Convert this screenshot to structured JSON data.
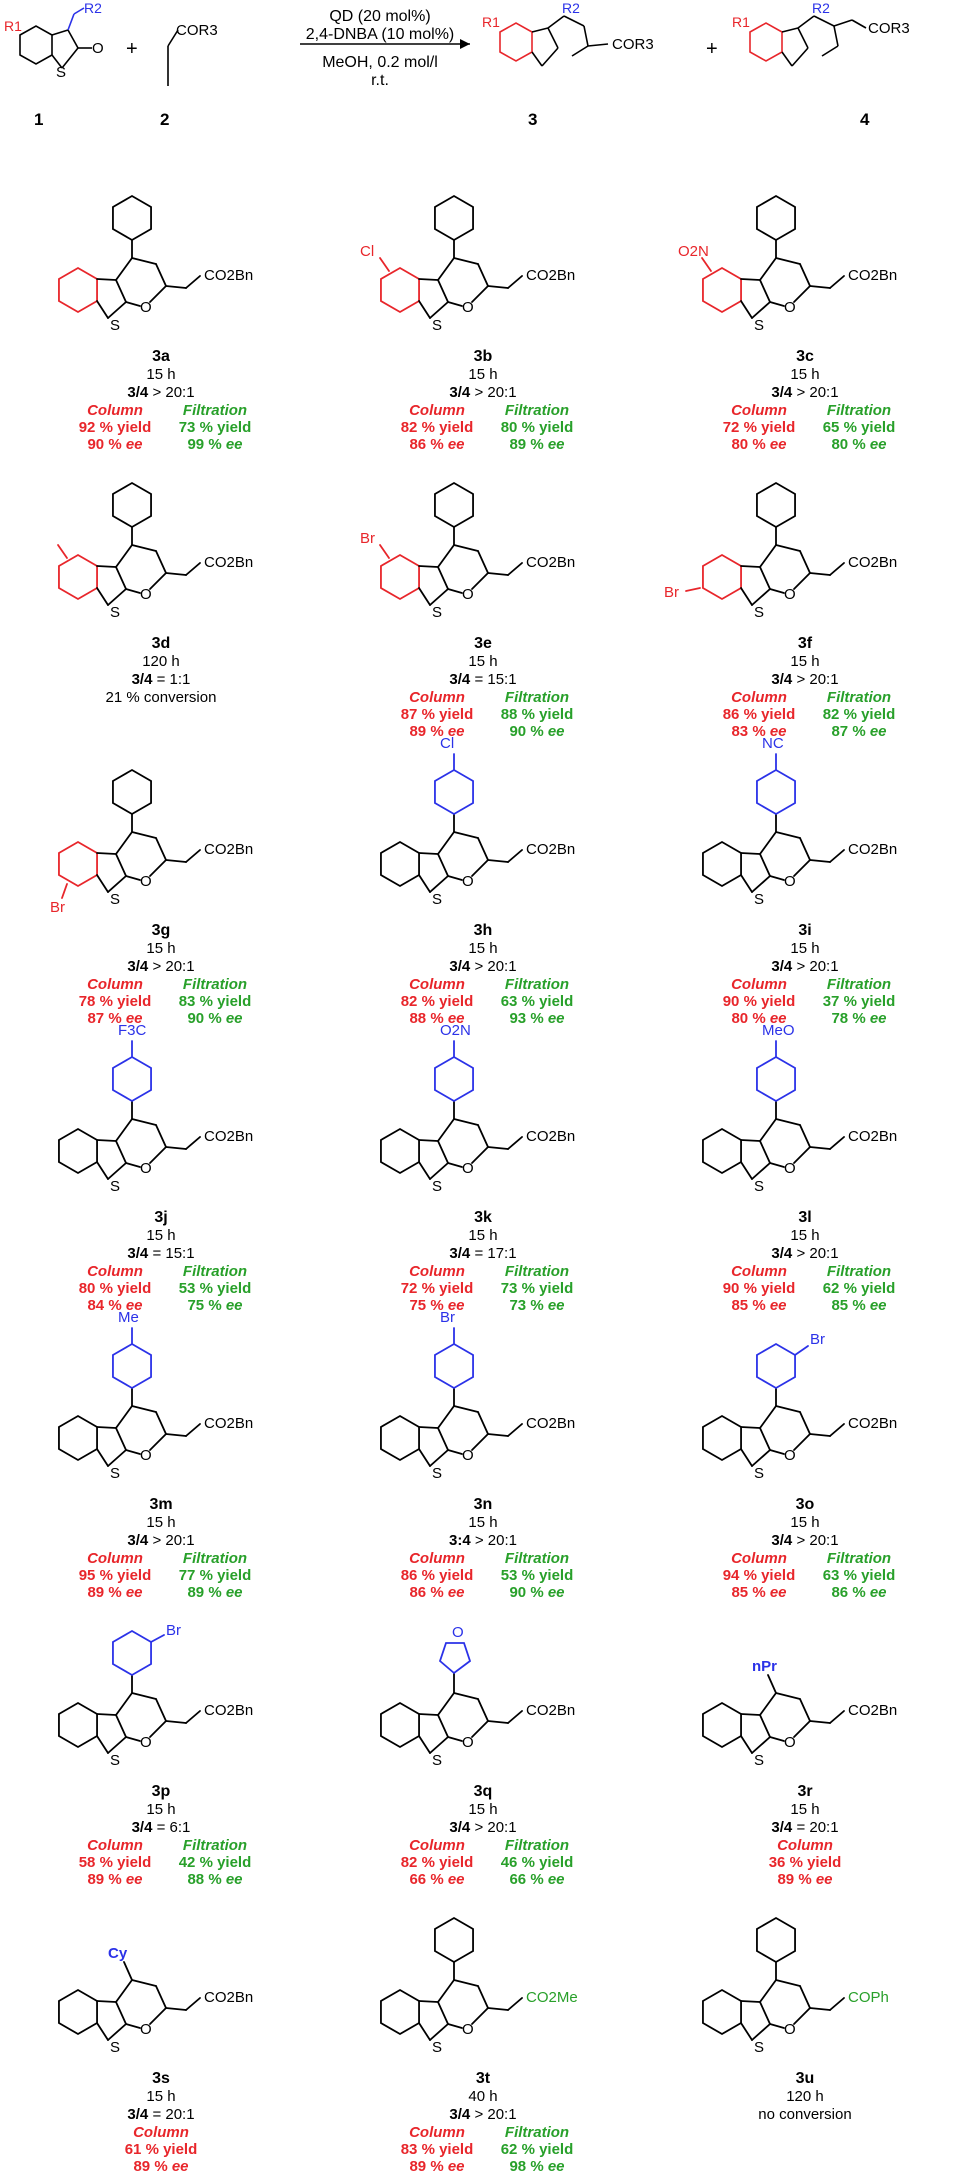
{
  "header": {
    "compound_1": "1",
    "compound_2": "2",
    "compound_3": "3",
    "compound_4": "4",
    "condition_1": "QD (20 mol%)",
    "condition_2": "2,4-DNBA (10 mol%)",
    "condition_3": "MeOH, 0.2 mol/l",
    "condition_4": "r.t.",
    "plus": "+",
    "r1": "R1",
    "r2": "R2",
    "cor3": "COR3",
    "s": "S",
    "o": "O"
  },
  "ratio_label": "3/4",
  "column_label": "Column",
  "filtration_label": "Filtration",
  "ee_label": "ee",
  "colors": {
    "red": "#e8262b",
    "green": "#28a02a",
    "blue": "#2b32e8"
  },
  "entries": [
    {
      "id": "3a",
      "time": "15 h",
      "ratio_label": "3/4",
      "ratio": "> 20:1",
      "col_yield": "92 % yield",
      "col_ee": "90 %",
      "fil_yield": "73 % yield",
      "fil_ee": "99 %",
      "ring": "red",
      "aryl": "phenyl",
      "sub": ""
    },
    {
      "id": "3b",
      "time": "15 h",
      "ratio_label": "3/4",
      "ratio": "> 20:1",
      "col_yield": "82 % yield",
      "col_ee": "86 %",
      "fil_yield": "80 % yield",
      "fil_ee": "89 %",
      "ring": "red",
      "aryl": "phenyl",
      "sub": "Cl"
    },
    {
      "id": "3c",
      "time": "15 h",
      "ratio_label": "3/4",
      "ratio": "> 20:1",
      "col_yield": "72 % yield",
      "col_ee": "80 %",
      "fil_yield": "65 % yield",
      "fil_ee": "80 %",
      "ring": "red",
      "aryl": "phenyl",
      "sub": "O2N"
    },
    {
      "id": "3d",
      "time": "120 h",
      "ratio_label": "3/4",
      "ratio": "= 1:1",
      "note": "21 % conversion",
      "ring": "red",
      "aryl": "phenyl",
      "sub": "Me"
    },
    {
      "id": "3e",
      "time": "15 h",
      "ratio_label": "3/4",
      "ratio": "= 15:1",
      "col_yield": "87 % yield",
      "col_ee": "89 %",
      "fil_yield": "88 % yield",
      "fil_ee": "90 %",
      "ring": "red",
      "aryl": "phenyl",
      "sub": "Br"
    },
    {
      "id": "3f",
      "time": "15 h",
      "ratio_label": "3/4",
      "ratio": "> 20:1",
      "col_yield": "86 % yield",
      "col_ee": "83 %",
      "fil_yield": "82 % yield",
      "fil_ee": "87 %",
      "ring": "red",
      "aryl": "phenyl",
      "sub": "Br"
    },
    {
      "id": "3g",
      "time": "15 h",
      "ratio_label": "3/4",
      "ratio": "> 20:1",
      "col_yield": "78 % yield",
      "col_ee": "87 %",
      "fil_yield": "83 % yield",
      "fil_ee": "90 %",
      "ring": "red",
      "aryl": "phenyl",
      "sub": "Br"
    },
    {
      "id": "3h",
      "time": "15 h",
      "ratio_label": "3/4",
      "ratio": "> 20:1",
      "col_yield": "82 % yield",
      "col_ee": "88 %",
      "fil_yield": "63 % yield",
      "fil_ee": "93 %",
      "ring": "black",
      "aryl": "blue",
      "sub": "Cl"
    },
    {
      "id": "3i",
      "time": "15 h",
      "ratio_label": "3/4",
      "ratio": "> 20:1",
      "col_yield": "90 % yield",
      "col_ee": "80 %",
      "fil_yield": "37 % yield",
      "fil_ee": "78 %",
      "ring": "black",
      "aryl": "blue",
      "sub": "NC"
    },
    {
      "id": "3j",
      "time": "15 h",
      "ratio_label": "3/4",
      "ratio": "= 15:1",
      "col_yield": "80 % yield",
      "col_ee": "84 %",
      "fil_yield": "53 % yield",
      "fil_ee": "75 %",
      "ring": "black",
      "aryl": "blue",
      "sub": "F3C"
    },
    {
      "id": "3k",
      "time": "15 h",
      "ratio_label": "3/4",
      "ratio": "= 17:1",
      "col_yield": "72 % yield",
      "col_ee": "75 %",
      "fil_yield": "73 % yield",
      "fil_ee": "73 %",
      "ring": "black",
      "aryl": "blue",
      "sub": "O2N"
    },
    {
      "id": "3l",
      "time": "15 h",
      "ratio_label": "3/4",
      "ratio": "> 20:1",
      "col_yield": "90 % yield",
      "col_ee": "85 %",
      "fil_yield": "62 % yield",
      "fil_ee": "85 %",
      "ring": "black",
      "aryl": "blue",
      "sub": "MeO"
    },
    {
      "id": "3m",
      "time": "15 h",
      "ratio_label": "3/4",
      "ratio": "> 20:1",
      "col_yield": "95 % yield",
      "col_ee": "89 %",
      "fil_yield": "77 % yield",
      "fil_ee": "89 %",
      "ring": "black",
      "aryl": "blue",
      "sub": "Me"
    },
    {
      "id": "3n",
      "time": "15 h",
      "ratio_label": "3:4",
      "ratio": "> 20:1",
      "col_yield": "86 % yield",
      "col_ee": "86 %",
      "fil_yield": "53 % yield",
      "fil_ee": "90 %",
      "ring": "black",
      "aryl": "blue",
      "sub": "Br"
    },
    {
      "id": "3o",
      "time": "15 h",
      "ratio_label": "3/4",
      "ratio": "> 20:1",
      "col_yield": "94 % yield",
      "col_ee": "85 %",
      "fil_yield": "63 % yield",
      "fil_ee": "86 %",
      "ring": "black",
      "aryl": "blue",
      "sub": "Br"
    },
    {
      "id": "3p",
      "time": "15 h",
      "ratio_label": "3/4",
      "ratio": "= 6:1",
      "col_yield": "58 % yield",
      "col_ee": "89 %",
      "fil_yield": "42 % yield",
      "fil_ee": "88 %",
      "ring": "black",
      "aryl": "blue",
      "sub": "Br"
    },
    {
      "id": "3q",
      "time": "15 h",
      "ratio_label": "3/4",
      "ratio": "> 20:1",
      "col_yield": "82 % yield",
      "col_ee": "66 %",
      "fil_yield": "46 % yield",
      "fil_ee": "66 %",
      "ring": "black",
      "aryl": "furan",
      "sub": "O"
    },
    {
      "id": "3r",
      "time": "15 h",
      "ratio_label": "3/4",
      "ratio": "= 20:1",
      "col_yield": "36 % yield",
      "col_ee": "89 %",
      "ring": "black",
      "aryl": "alkyl",
      "sub": "nPr"
    },
    {
      "id": "3s",
      "time": "15 h",
      "ratio_label": "3/4",
      "ratio": "= 20:1",
      "col_yield": "61 % yield",
      "col_ee": "89 %",
      "ring": "black",
      "aryl": "alkyl",
      "sub": "Cy"
    },
    {
      "id": "3t",
      "time": "40 h",
      "ratio_label": "3/4",
      "ratio": "> 20:1",
      "col_yield": "83 % yield",
      "col_ee": "89 %",
      "fil_yield": "62 % yield",
      "fil_ee": "98 %",
      "ring": "black",
      "aryl": "phenyl",
      "sub": "",
      "ester": "CO2Me"
    },
    {
      "id": "3u",
      "time": "120 h",
      "ratio_label": "",
      "ratio": "",
      "note": "no conversion",
      "ring": "black",
      "aryl": "phenyl",
      "sub": "",
      "ester": "COPh"
    }
  ],
  "ester_default": "CO2Bn"
}
